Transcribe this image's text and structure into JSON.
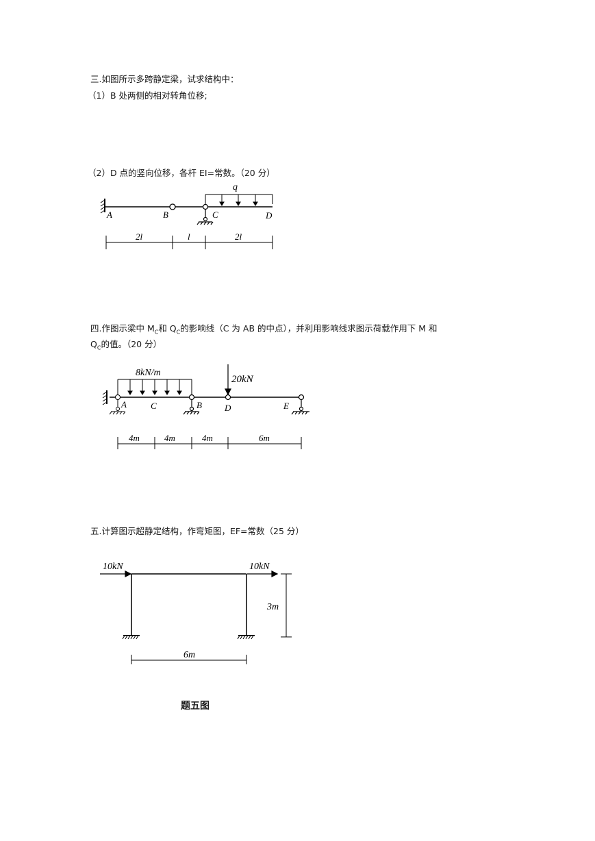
{
  "q3": {
    "title": "三.如图所示多跨静定梁，试求结构中：",
    "part1": "（1）B 处两侧的相对转角位移;",
    "part2": "（2）D 点的竖向位移，各杆 EI=常数。（20 分）",
    "figure": {
      "load": "q",
      "nodes": [
        "A",
        "B",
        "C",
        "D"
      ],
      "dims": [
        "2l",
        "l",
        "2l"
      ]
    }
  },
  "q4": {
    "line1_a": "四.作图示梁中 M",
    "sub1": "C",
    "line1_b": "和 Q",
    "sub2": "C",
    "line1_c": "的影响线（C 为 AB 的中点），并利用影响线求图示荷载作用下 M 和",
    "line2_a": "Q",
    "sub3": "C",
    "line2_b": "的值。（20 分）",
    "figure": {
      "dist_load": "8kN/m",
      "point_load": "20kN",
      "nodes": [
        "A",
        "C",
        "B",
        "D",
        "E"
      ],
      "dims": [
        "4m",
        "4m",
        "4m",
        "6m"
      ]
    }
  },
  "q5": {
    "title": "五.计算图示超静定结构，作弯矩图，EF=常数（25 分）",
    "figure": {
      "left_load": "10kN",
      "right_load": "10kN",
      "height": "3m",
      "width": "6m"
    },
    "caption": "题五图"
  }
}
